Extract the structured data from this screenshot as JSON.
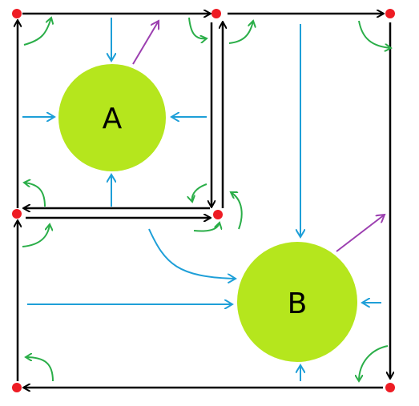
{
  "diagram": {
    "colors": {
      "background": "#ffffff",
      "edge": "#000000",
      "vertex": "#ee1c24",
      "attractor": "#b5e61d",
      "inflow": "#1e9fd8",
      "drift": "#9c3fb0",
      "curl": "#2aae48"
    },
    "regions": [
      {
        "id": "A",
        "label": "A"
      },
      {
        "id": "B",
        "label": "B"
      }
    ]
  }
}
